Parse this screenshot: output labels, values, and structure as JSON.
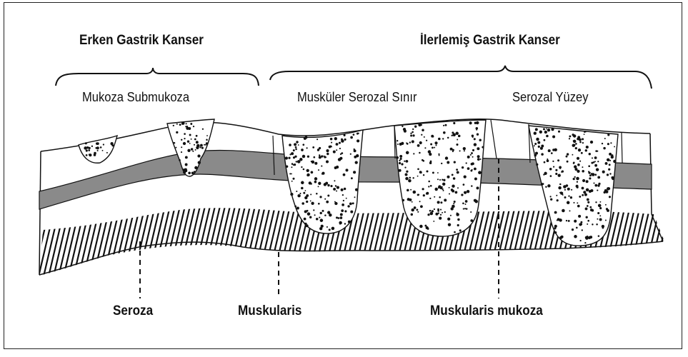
{
  "groups": {
    "early": "Erken Gastrik Kanser",
    "advanced": "İlerlemiş Gastrik Kanser"
  },
  "depth_labels": {
    "mucosa_submucosa": "Mukoza Submukoza",
    "muscular_serosal": "Musküler Serozal Sınır",
    "serosal_surface": "Serozal Yüzey"
  },
  "layer_labels": {
    "serosa": "Seroza",
    "muscularis": "Muskularis",
    "muscularis_mucosa": "Muskularis mukoza"
  },
  "colors": {
    "outline": "#111111",
    "mucosa_band": "#8a8a8a",
    "background": "#ffffff"
  }
}
